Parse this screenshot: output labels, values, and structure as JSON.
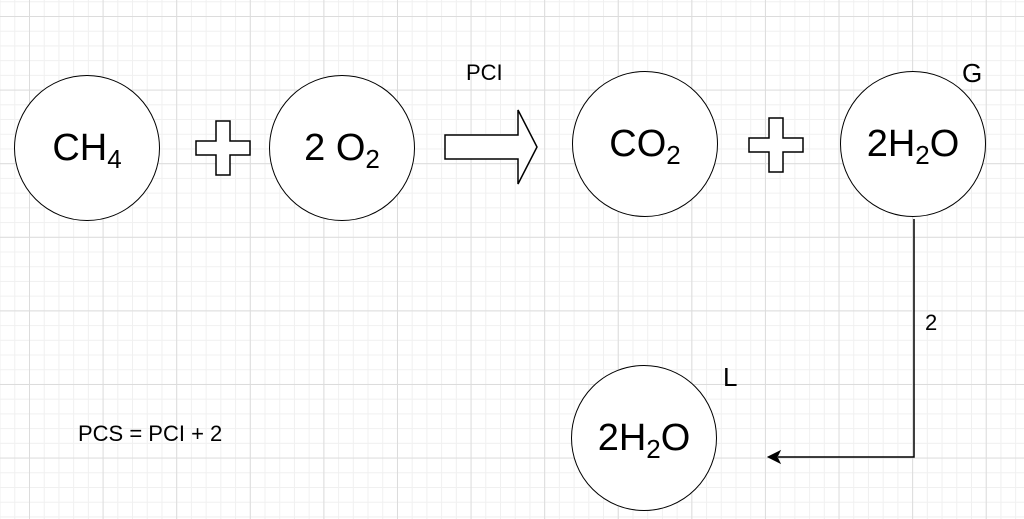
{
  "reactants": [
    {
      "main": "CH",
      "sub": "4",
      "tail": ""
    },
    {
      "main": "2 O",
      "sub": "2",
      "tail": ""
    }
  ],
  "products": [
    {
      "main": "CO",
      "sub": "2",
      "tail": ""
    },
    {
      "main": "2H",
      "sub": "2",
      "tail": "O"
    }
  ],
  "condensed": {
    "main": "2H",
    "sub": "2",
    "tail": "O"
  },
  "labels": {
    "arrow": "PCI",
    "gas": "G",
    "liquid": "L",
    "edge": "2",
    "formula": "PCS = PCI + 2"
  }
}
